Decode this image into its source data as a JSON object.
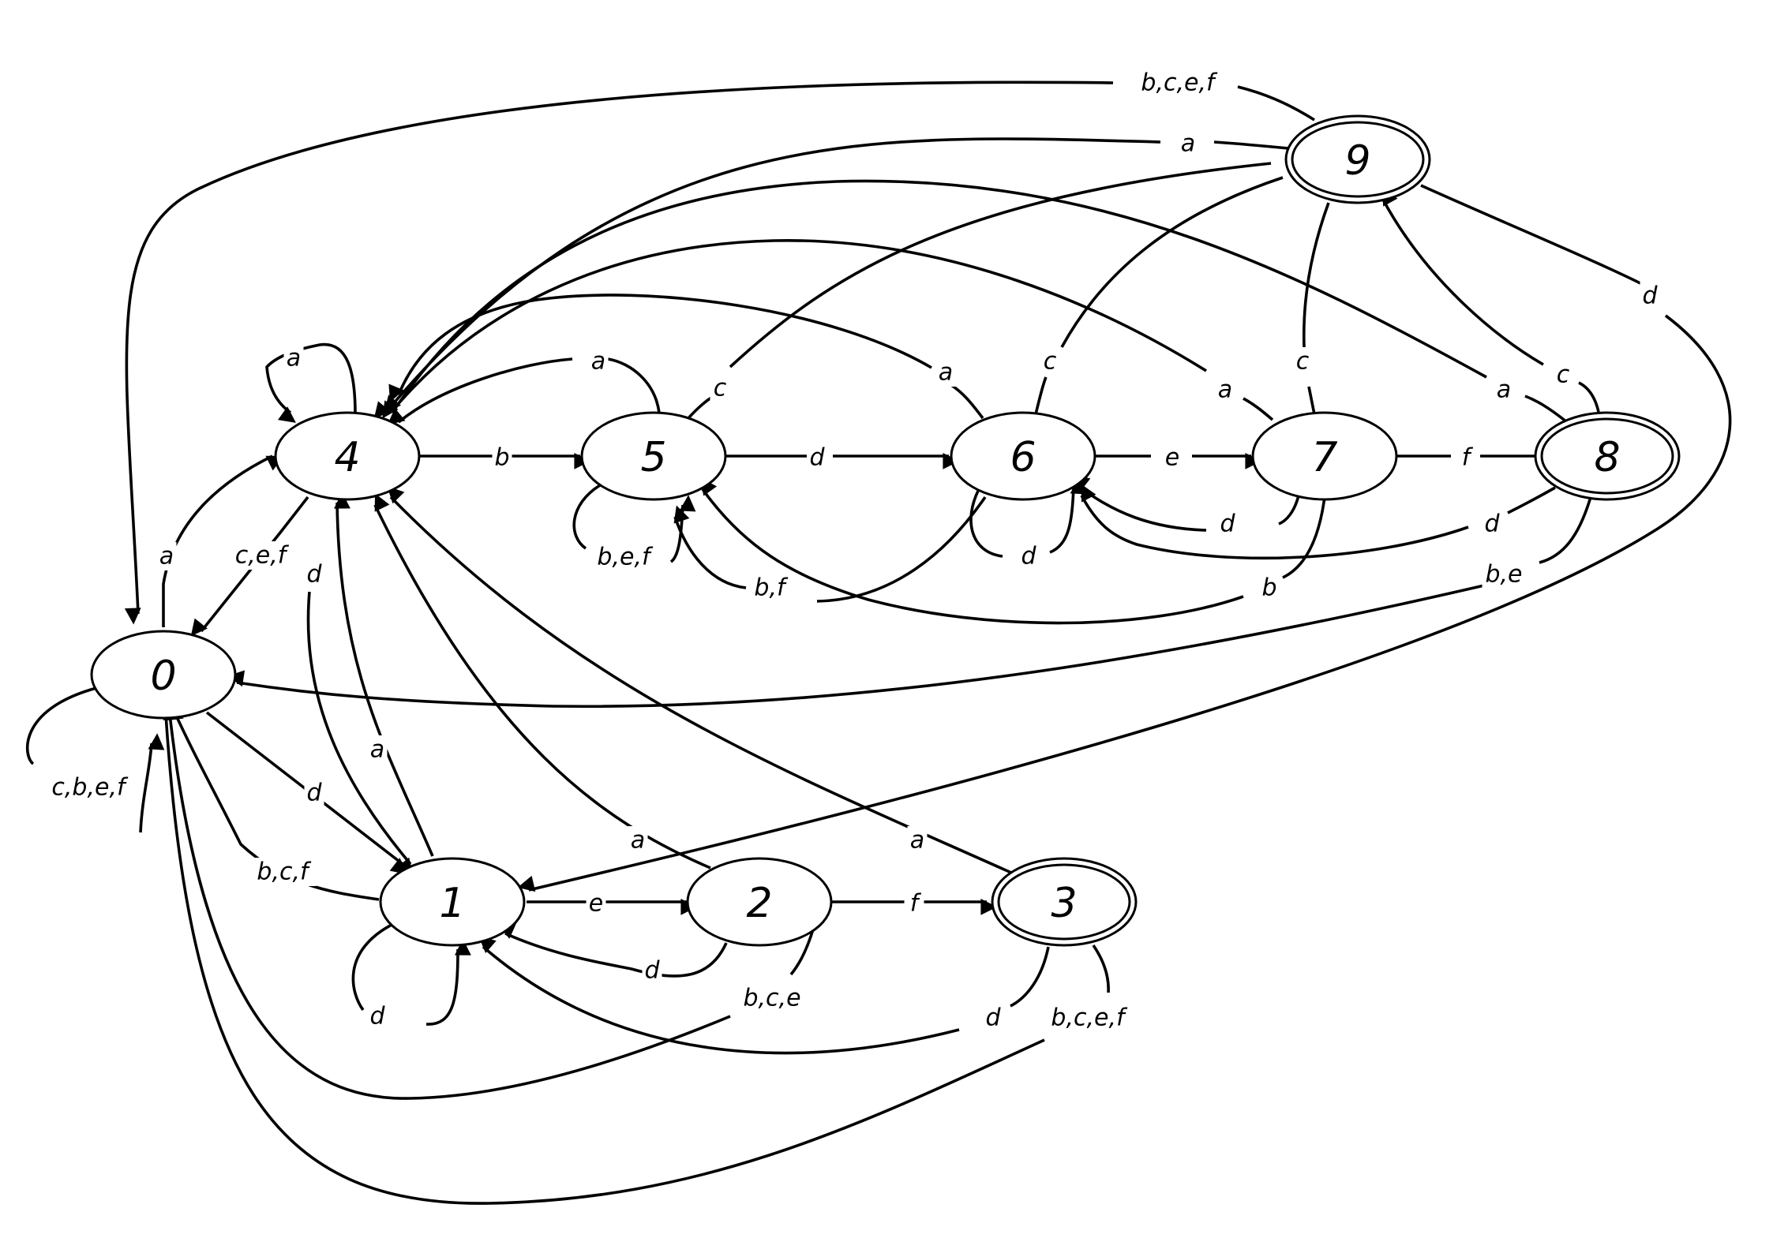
{
  "diagram": {
    "type": "state-machine",
    "colors": {
      "stroke": "#000000",
      "background": "#ffffff"
    },
    "states": [
      {
        "id": "s0",
        "label": "0",
        "accepting": false
      },
      {
        "id": "s1",
        "label": "1",
        "accepting": false
      },
      {
        "id": "s2",
        "label": "2",
        "accepting": false
      },
      {
        "id": "s3",
        "label": "3",
        "accepting": true
      },
      {
        "id": "s4",
        "label": "4",
        "accepting": false
      },
      {
        "id": "s5",
        "label": "5",
        "accepting": false
      },
      {
        "id": "s6",
        "label": "6",
        "accepting": false
      },
      {
        "id": "s7",
        "label": "7",
        "accepting": false
      },
      {
        "id": "s8",
        "label": "8",
        "accepting": true
      },
      {
        "id": "s9",
        "label": "9",
        "accepting": true
      }
    ],
    "transitions": [
      {
        "id": "t_0_4",
        "from": "0",
        "to": "4",
        "label": "a"
      },
      {
        "id": "t_4_0",
        "from": "4",
        "to": "0",
        "label": "c,e,f"
      },
      {
        "id": "t_0_0",
        "from": "0",
        "to": "0",
        "label": "c,b,e,f"
      },
      {
        "id": "t_0_1",
        "from": "0",
        "to": "1",
        "label": "d"
      },
      {
        "id": "t_4_4",
        "from": "4",
        "to": "4",
        "label": "a"
      },
      {
        "id": "t_4_5",
        "from": "4",
        "to": "5",
        "label": "b"
      },
      {
        "id": "t_4_1",
        "from": "4",
        "to": "1",
        "label": "d"
      },
      {
        "id": "t_1_4",
        "from": "1",
        "to": "4",
        "label": "a"
      },
      {
        "id": "t_1_0",
        "from": "1",
        "to": "0",
        "label": "b,c,f"
      },
      {
        "id": "t_1_1",
        "from": "1",
        "to": "1",
        "label": "d"
      },
      {
        "id": "t_1_2",
        "from": "1",
        "to": "2",
        "label": "e"
      },
      {
        "id": "t_2_1",
        "from": "2",
        "to": "1",
        "label": "d"
      },
      {
        "id": "t_2_3",
        "from": "2",
        "to": "3",
        "label": "f"
      },
      {
        "id": "t_2_4",
        "from": "2",
        "to": "4",
        "label": "a"
      },
      {
        "id": "t_2_0",
        "from": "2",
        "to": "0",
        "label": "b,c,e"
      },
      {
        "id": "t_3_4",
        "from": "3",
        "to": "4",
        "label": "a"
      },
      {
        "id": "t_3_1",
        "from": "3",
        "to": "1",
        "label": "d"
      },
      {
        "id": "t_3_0",
        "from": "3",
        "to": "0",
        "label": "b,c,e,f"
      },
      {
        "id": "t_5_5",
        "from": "5",
        "to": "5",
        "label": "b,e,f"
      },
      {
        "id": "t_5_4",
        "from": "5",
        "to": "4",
        "label": "a"
      },
      {
        "id": "t_5_6",
        "from": "5",
        "to": "6",
        "label": "d"
      },
      {
        "id": "t_5_9",
        "from": "5",
        "to": "9",
        "label": "c"
      },
      {
        "id": "t_6_6",
        "from": "6",
        "to": "6",
        "label": "d"
      },
      {
        "id": "t_6_4",
        "from": "6",
        "to": "4",
        "label": "a"
      },
      {
        "id": "t_6_5",
        "from": "6",
        "to": "5",
        "label": "b,f"
      },
      {
        "id": "t_6_7",
        "from": "6",
        "to": "7",
        "label": "e"
      },
      {
        "id": "t_6_9",
        "from": "6",
        "to": "9",
        "label": "c"
      },
      {
        "id": "t_7_6",
        "from": "7",
        "to": "6",
        "label": "d"
      },
      {
        "id": "t_7_4",
        "from": "7",
        "to": "4",
        "label": "a"
      },
      {
        "id": "t_7_5",
        "from": "7",
        "to": "5",
        "label": "b"
      },
      {
        "id": "t_7_8",
        "from": "7",
        "to": "8",
        "label": "f"
      },
      {
        "id": "t_7_9",
        "from": "7",
        "to": "9",
        "label": "c"
      },
      {
        "id": "t_8_9",
        "from": "8",
        "to": "9",
        "label": "c"
      },
      {
        "id": "t_8_4",
        "from": "8",
        "to": "4",
        "label": "a"
      },
      {
        "id": "t_8_6",
        "from": "8",
        "to": "6",
        "label": "d"
      },
      {
        "id": "t_8_0",
        "from": "8",
        "to": "0",
        "label": "b,e"
      },
      {
        "id": "t_9_0",
        "from": "9",
        "to": "0",
        "label": "b,c,e,f"
      },
      {
        "id": "t_9_4",
        "from": "9",
        "to": "4",
        "label": "a"
      },
      {
        "id": "t_9_1",
        "from": "9",
        "to": "1",
        "label": "d"
      }
    ]
  }
}
